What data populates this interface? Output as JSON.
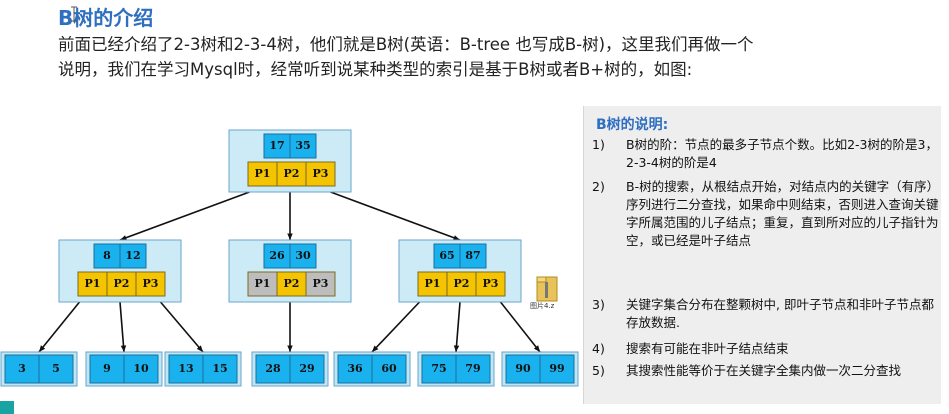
{
  "slide": {
    "title": "B树的介绍",
    "intro_line1": "前面已经介绍了2-3树和2-3-4树，他们就是B树(英语：B-tree 也写成B-树)，这里我们再做一个",
    "intro_line2": "说明，我们在学习Mysql时，经常听到说某种类型的索引是基于B树或者B+树的，如图:"
  },
  "tree": {
    "root": {
      "keys": [
        "17",
        "35"
      ],
      "pointers": [
        "P1",
        "P2",
        "P3"
      ]
    },
    "level1": [
      {
        "keys": [
          "8",
          "12"
        ],
        "pointers": [
          "P1",
          "P2",
          "P3"
        ]
      },
      {
        "keys": [
          "26",
          "30"
        ],
        "pointers": [
          "P1",
          "P2",
          "P3"
        ]
      },
      {
        "keys": [
          "65",
          "87"
        ],
        "pointers": [
          "P1",
          "P2",
          "P3"
        ]
      }
    ],
    "leaves": [
      [
        "3",
        "5"
      ],
      [
        "9",
        "10"
      ],
      [
        "13",
        "15"
      ],
      [
        "28",
        "29"
      ],
      [
        "36",
        "60"
      ],
      [
        "75",
        "79"
      ],
      [
        "90",
        "99"
      ]
    ],
    "colors": {
      "key": "#19b2ee",
      "pointer": "#f5c400",
      "null_pointer": "#bdbdbd",
      "frame": "#cdeaf7"
    }
  },
  "file": {
    "label": "图片4.z",
    "icon": "folder-zip-icon"
  },
  "panel": {
    "title": "B树的说明:",
    "items": [
      {
        "num": "1)",
        "text": "B树的阶：节点的最多子节点个数。比如2-3树的阶是3，2-3-4树的阶是4"
      },
      {
        "num": "2)",
        "text": "B-树的搜索，从根结点开始，对结点内的关键字（有序）序列进行二分查找，如果命中则结束，否则进入查询关键字所属范围的儿子结点；重复，直到所对应的儿子指针为空，或已经是叶子结点"
      },
      {
        "num": "3)",
        "text": "关键字集合分布在整颗树中, 即叶子节点和非叶子节点都存放数据."
      },
      {
        "num": "4)",
        "text": "搜索有可能在非叶子结点结束"
      },
      {
        "num": "5)",
        "text": "其搜索性能等价于在关键字全集内做一次二分查找"
      }
    ]
  }
}
